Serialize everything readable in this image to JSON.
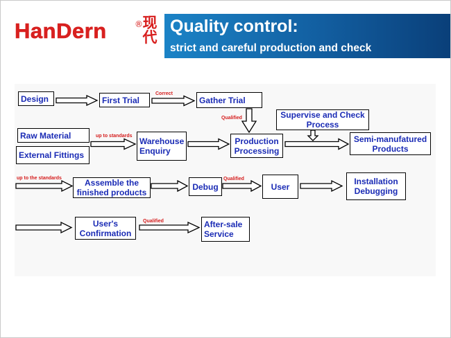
{
  "logo": {
    "text": "HanDern",
    "registered": "®",
    "chinese": "现代"
  },
  "header": {
    "title": "Quality control:",
    "subtitle": "strict and careful production and check"
  },
  "diagram": {
    "nodes": {
      "design": "Design",
      "first_trial": "First Trial",
      "gather_trial": "Gather Trial",
      "raw_material": "Raw Material",
      "external_fittings": "External Fittings",
      "warehouse_enquiry": "Warehouse Enquiry",
      "production_processing": "Production Processing",
      "supervise_check": "Supervise and Check Process",
      "semi_manufatured": "Semi-manufatured Products",
      "assemble": "Assemble the finished products",
      "debug": "Debug",
      "user": "User",
      "installation_debugging": "Installation Debugging",
      "users_confirmation": "User's Confirmation",
      "after_sale": "After-sale Service"
    },
    "labels": {
      "correct": "Correct",
      "qualified_1": "Qualified",
      "up_to_standards": "up to standards",
      "up_to_the_standards": "up to the standards",
      "qualified_2": "Qualified",
      "qualified_3": "Qualified"
    }
  }
}
